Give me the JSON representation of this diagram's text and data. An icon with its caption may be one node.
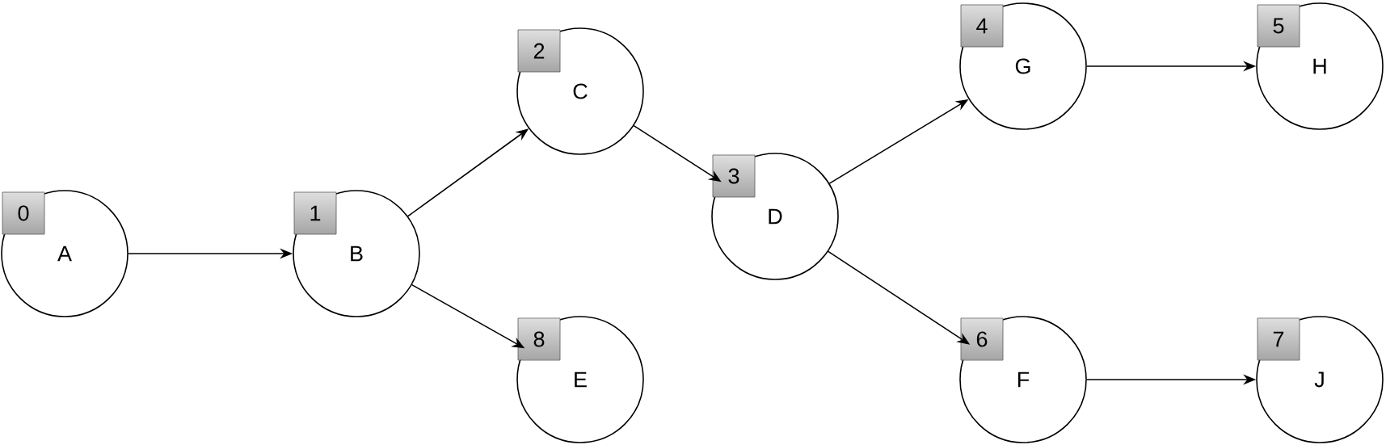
{
  "diagram": {
    "nodes": [
      {
        "text": [
          "0",
          "A"
        ]
      },
      {
        "text": [
          "1",
          "B"
        ]
      },
      {
        "text": [
          "2",
          "C"
        ]
      },
      {
        "text": [
          "3",
          "D"
        ]
      },
      {
        "text": [
          "8",
          "E"
        ]
      },
      {
        "text": [
          "6",
          "F"
        ]
      },
      {
        "text": [
          "4",
          "G"
        ]
      },
      {
        "text": [
          "5",
          "H"
        ]
      },
      {
        "text": [
          "7",
          "J"
        ]
      }
    ],
    "edges": [
      {
        "from": 0,
        "to": 1,
        "arrow": "to"
      },
      {
        "from": 1,
        "to": 2,
        "arrow": "to"
      },
      {
        "from": 1,
        "to": 4,
        "arrow": "to"
      },
      {
        "from": 2,
        "to": 3,
        "arrow": "to"
      },
      {
        "from": 3,
        "to": 6,
        "arrow": "to"
      },
      {
        "from": 3,
        "to": 5,
        "arrow": "to"
      },
      {
        "from": 6,
        "to": 7,
        "arrow": "to"
      },
      {
        "from": 5,
        "to": 8,
        "arrow": "to"
      }
    ]
  }
}
